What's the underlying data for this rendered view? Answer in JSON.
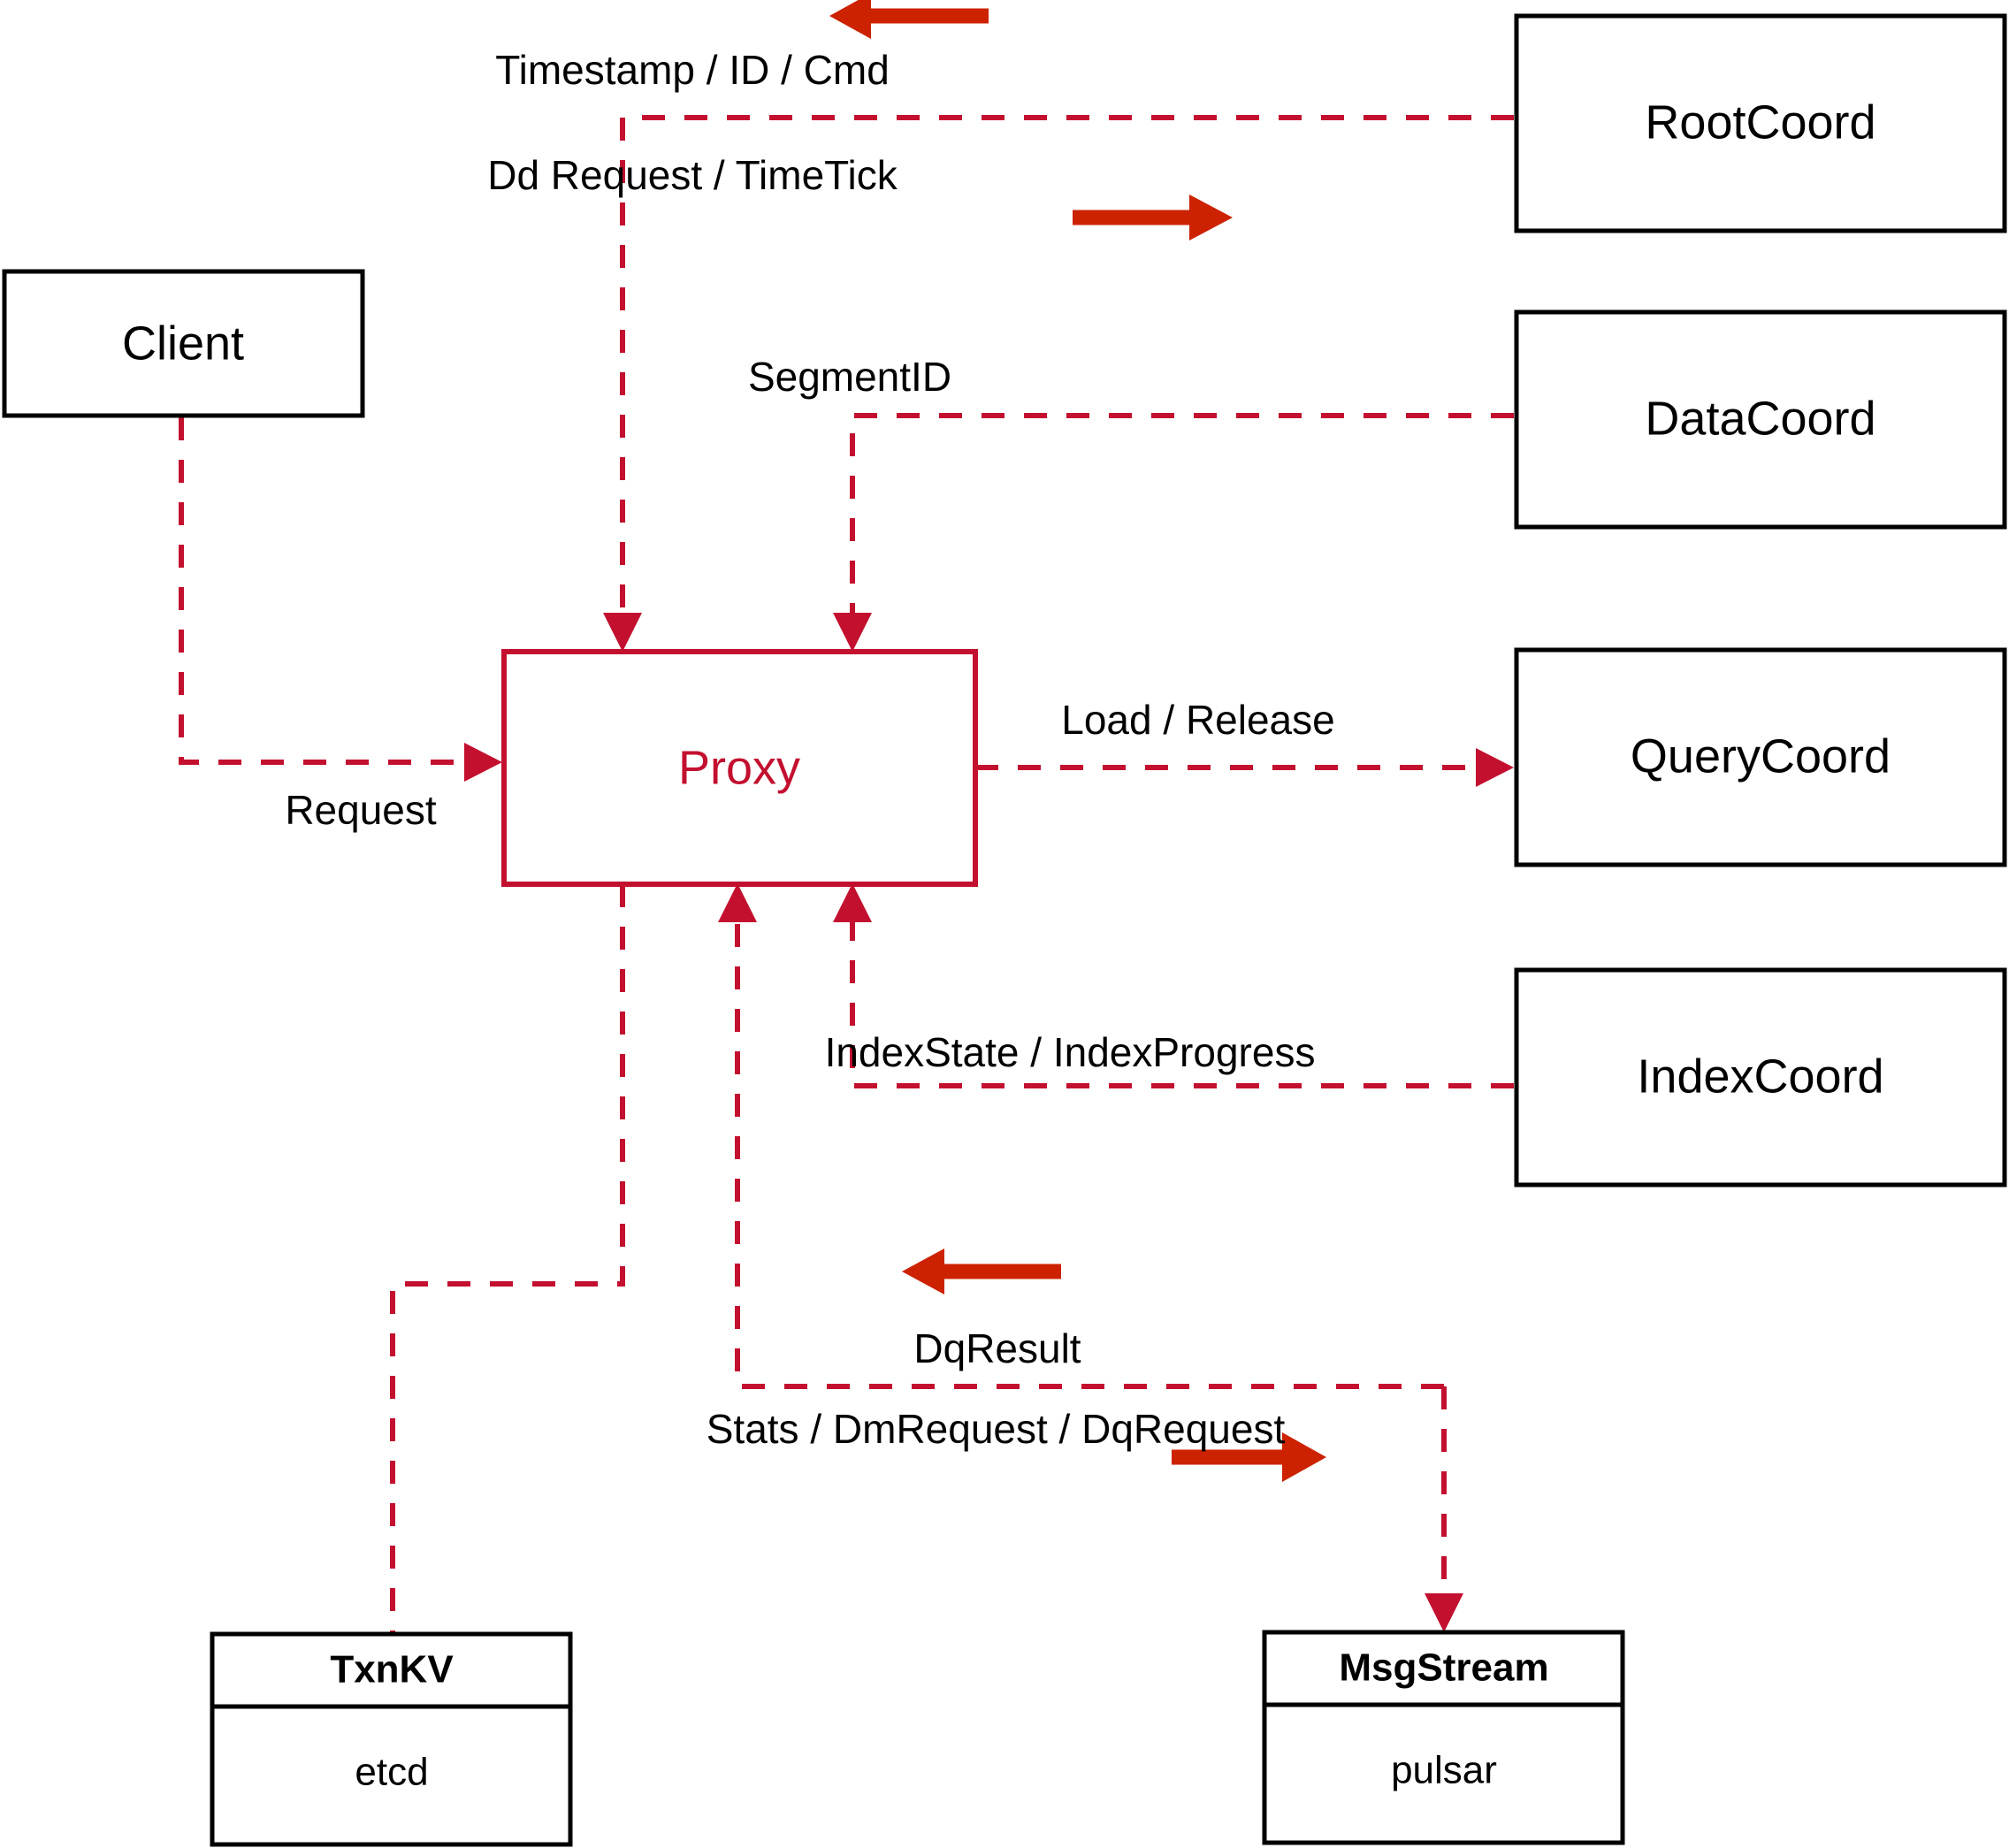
{
  "diagram": {
    "title": "Milvus Proxy Architecture",
    "colors": {
      "accent_red": "#c3102f",
      "arrow_red": "#cc2200",
      "node_stroke": "#000000",
      "background": "#ffffff"
    },
    "nodes": {
      "client": {
        "label": "Client"
      },
      "proxy": {
        "label": "Proxy"
      },
      "root_coord": {
        "label": "RootCoord"
      },
      "data_coord": {
        "label": "DataCoord"
      },
      "query_coord": {
        "label": "QueryCoord"
      },
      "index_coord": {
        "label": "IndexCoord"
      },
      "txn_kv": {
        "label": "TxnKV",
        "implementation": "etcd"
      },
      "msg_stream": {
        "label": "MsgStream",
        "implementation": "pulsar"
      }
    },
    "edges": [
      {
        "id": "client-to-proxy",
        "label": "Request",
        "from": "Client",
        "to": "Proxy",
        "direction": "right"
      },
      {
        "id": "rootcoord-response",
        "label": "Timestamp / ID / Cmd",
        "from": "RootCoord",
        "to": "Proxy",
        "direction": "left"
      },
      {
        "id": "proxy-to-rootcoord",
        "label": "Dd Request / TimeTick",
        "from": "Proxy",
        "to": "RootCoord",
        "direction": "right"
      },
      {
        "id": "datacoord-to-proxy",
        "label": "SegmentID",
        "from": "DataCoord",
        "to": "Proxy",
        "direction": "left"
      },
      {
        "id": "proxy-to-querycoord",
        "label": "Load / Release",
        "from": "Proxy",
        "to": "QueryCoord",
        "direction": "right"
      },
      {
        "id": "indexcoord-to-proxy",
        "label": "IndexState / IndexProgress",
        "from": "IndexCoord",
        "to": "Proxy",
        "direction": "left"
      },
      {
        "id": "msgstream-to-proxy",
        "label": "DqResult",
        "from": "MsgStream",
        "to": "Proxy",
        "direction": "left"
      },
      {
        "id": "proxy-to-msgstream",
        "label": "Stats / DmRequest / DqRequest",
        "from": "Proxy",
        "to": "MsgStream",
        "direction": "right"
      },
      {
        "id": "proxy-to-txnkv",
        "label": "",
        "from": "Proxy",
        "to": "TxnKV",
        "direction": "down"
      }
    ]
  }
}
